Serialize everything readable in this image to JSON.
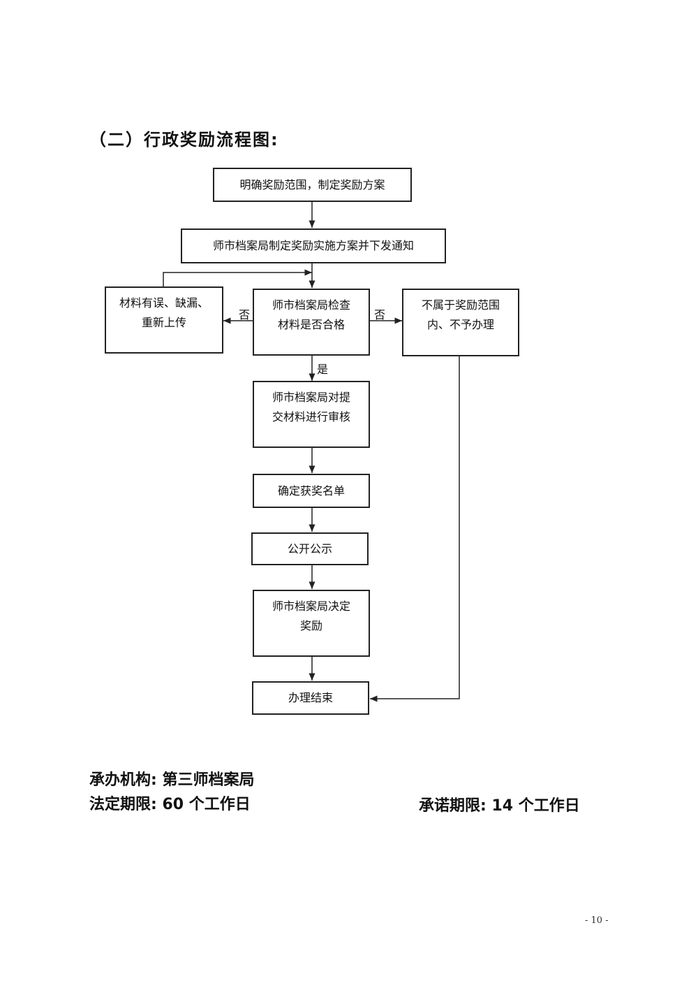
{
  "heading": "（二）行政奖励流程图:",
  "nodes": {
    "n1": "明确奖励范围，制定奖励方案",
    "n2": "师市档案局制定奖励实施方案并下发通知",
    "n3": "师市档案局检查\n材料是否合格",
    "n_left": "材料有误、缺漏、\n重新上传",
    "n_right": "不属于奖励范围\n内、不予办理",
    "n4": "师市档案局对提\n交材料进行审核",
    "n5": "确定获奖名单",
    "n6": "公开公示",
    "n7": "师市档案局决定\n奖励",
    "n8": "办理结束"
  },
  "edge_labels": {
    "no_left": "否",
    "no_right": "否",
    "yes": "是"
  },
  "footer": {
    "agency": "承办机构: 第三师档案局",
    "legal_period": "法定期限: 60 个工作日",
    "promised_period": "承诺期限: 14 个工作日"
  },
  "page_number": "- 10 -"
}
